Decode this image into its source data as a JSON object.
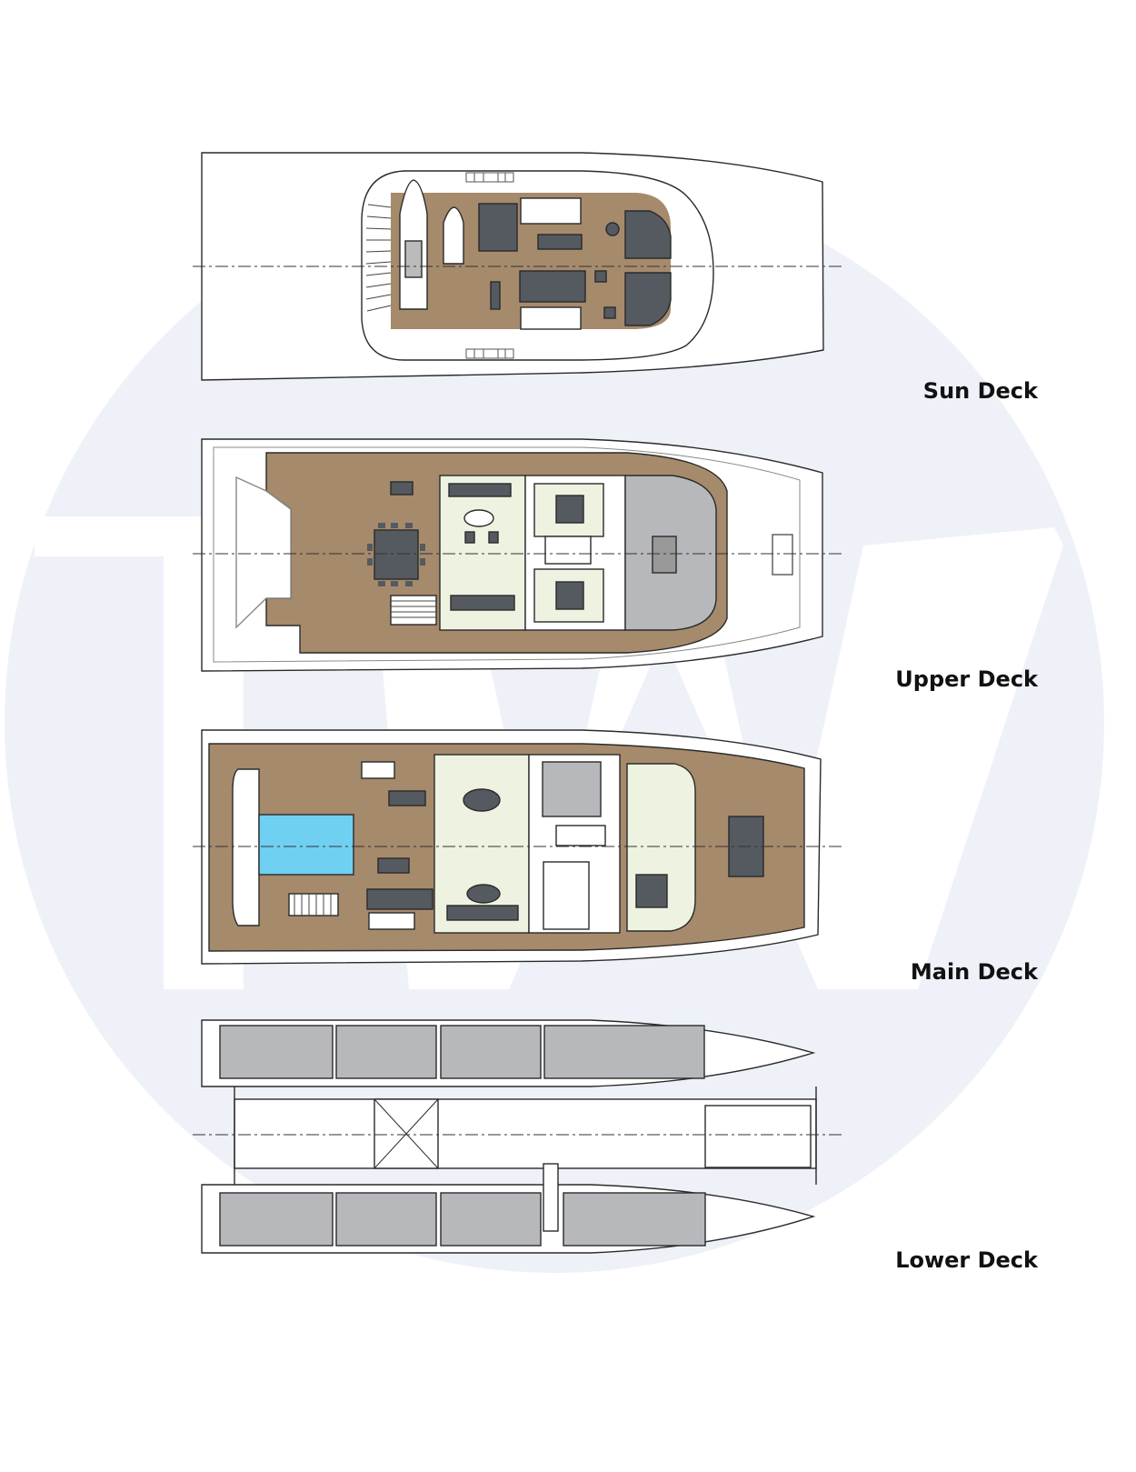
{
  "watermark": {
    "letters": "TW",
    "circle_color": "#eef1f8",
    "letter_color": "#ffffff"
  },
  "colors": {
    "teak": "#a58a6c",
    "interior": "#eef2e0",
    "crew": "#b7b8bc",
    "pool": "#6fd0f2",
    "furniture": "#555a60",
    "line": "#2a2a2a"
  },
  "decks": [
    {
      "id": "sun",
      "label": "Sun Deck"
    },
    {
      "id": "upper",
      "label": "Upper Deck"
    },
    {
      "id": "main",
      "label": "Main Deck"
    },
    {
      "id": "lower",
      "label": "Lower Deck"
    }
  ]
}
